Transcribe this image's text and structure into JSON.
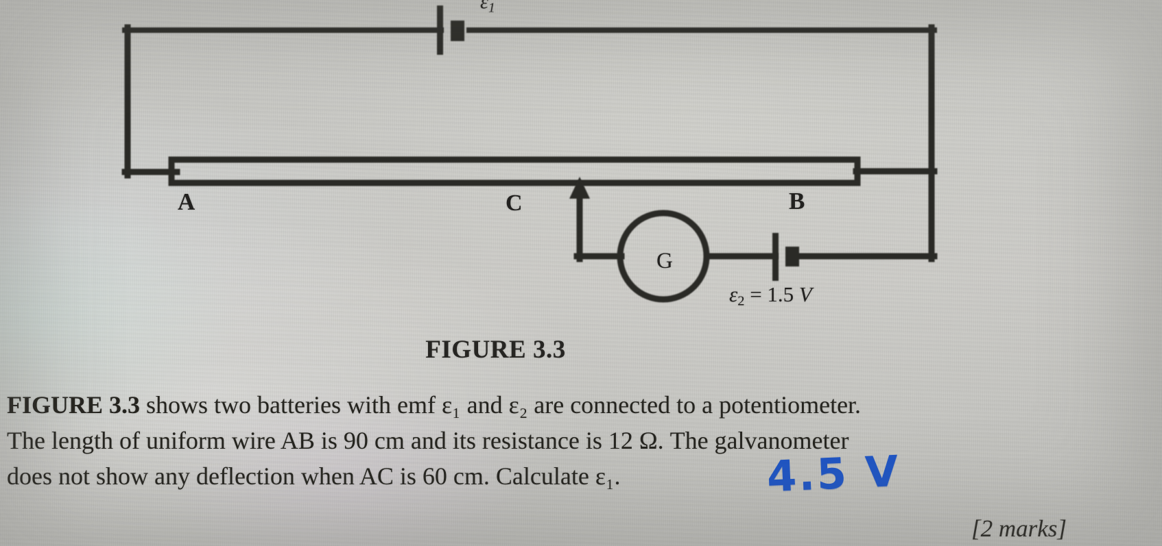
{
  "document": {
    "type": "exam-question-page",
    "figure_caption": "FIGURE 3.3",
    "marks": "[2 marks]"
  },
  "circuit": {
    "title": "potentiometer-circuit",
    "labels": {
      "terminal_a": "A",
      "terminal_b": "B",
      "slider_c": "C",
      "galvanometer": "G",
      "emf1_name": "ε",
      "emf1_sub": "1",
      "emf2_text": "ε",
      "emf2_sub": "2",
      "emf2_value": " = 1.5 ",
      "emf2_unit": "V"
    },
    "colors": {
      "wire": "#2b2a28",
      "paper": "#c8c8c4",
      "ink": "#22211f",
      "handwriting": "#1f55c4"
    },
    "components": [
      {
        "name": "battery-emf1",
        "type": "cell",
        "position": "top-branch"
      },
      {
        "name": "potentiometer-wire-AB",
        "type": "uniform-resistance-wire"
      },
      {
        "name": "slider-C",
        "type": "jockey-contact"
      },
      {
        "name": "galvanometer-G",
        "type": "galvanometer"
      },
      {
        "name": "battery-emf2",
        "type": "cell",
        "position": "lower-branch"
      }
    ]
  },
  "question": {
    "lead_bold": "FIGURE 3.3",
    "line1_rest": " shows two batteries with emf ε₁ and ε₂ are connected to a potentiometer.",
    "line2": "The length of uniform wire AB is 90 cm and its resistance is 12 Ω. The galvanometer",
    "line3": "does not show any deflection when AC is 60 cm. Calculate ε₁.",
    "given": {
      "wire_length_AB": "90 cm",
      "wire_resistance": "12 Ω",
      "balance_length_AC": "60 cm",
      "emf2": "1.5 V"
    }
  },
  "answer": {
    "handwritten": "4.5 V",
    "ink_color": "#1f55c4"
  }
}
